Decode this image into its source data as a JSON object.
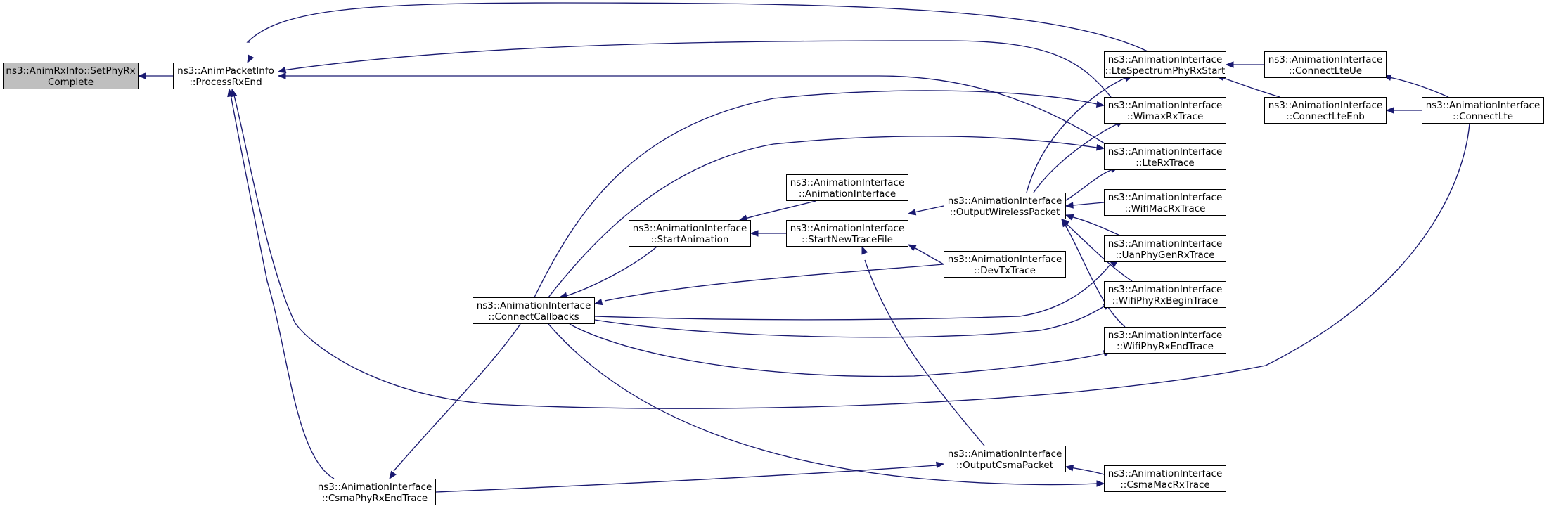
{
  "colors": {
    "edge": "#191970",
    "root_fill": "#bfbfbf",
    "node_fill": "#ffffff",
    "border": "#000000"
  },
  "nodes": [
    {
      "id": "setphyrx",
      "line1": "ns3::AnimRxInfo::SetPhyRx",
      "line2": "Complete"
    },
    {
      "id": "processrx",
      "line1": "ns3::AnimPacketInfo",
      "line2": "::ProcessRxEnd"
    },
    {
      "id": "connectcb",
      "line1": "ns3::AnimationInterface",
      "line2": "::ConnectCallbacks"
    },
    {
      "id": "csmaphy",
      "line1": "ns3::AnimationInterface",
      "line2": "::CsmaPhyRxEndTrace"
    },
    {
      "id": "startanim",
      "line1": "ns3::AnimationInterface",
      "line2": "::StartAnimation"
    },
    {
      "id": "animif",
      "line1": "ns3::AnimationInterface",
      "line2": "::AnimationInterface"
    },
    {
      "id": "newtrace",
      "line1": "ns3::AnimationInterface",
      "line2": "::StartNewTraceFile"
    },
    {
      "id": "outwifi",
      "line1": "ns3::AnimationInterface",
      "line2": "::OutputWirelessPacket"
    },
    {
      "id": "devtx",
      "line1": "ns3::AnimationInterface",
      "line2": "::DevTxTrace"
    },
    {
      "id": "outcsma",
      "line1": "ns3::AnimationInterface",
      "line2": "::OutputCsmaPacket"
    },
    {
      "id": "ltespec",
      "line1": "ns3::AnimationInterface",
      "line2": "::LteSpectrumPhyRxStart"
    },
    {
      "id": "wimax",
      "line1": "ns3::AnimationInterface",
      "line2": "::WimaxRxTrace"
    },
    {
      "id": "lterx",
      "line1": "ns3::AnimationInterface",
      "line2": "::LteRxTrace"
    },
    {
      "id": "wifimac",
      "line1": "ns3::AnimationInterface",
      "line2": "::WifiMacRxTrace"
    },
    {
      "id": "uanphy",
      "line1": "ns3::AnimationInterface",
      "line2": "::UanPhyGenRxTrace"
    },
    {
      "id": "wifibegin",
      "line1": "ns3::AnimationInterface",
      "line2": "::WifiPhyRxBeginTrace"
    },
    {
      "id": "wifiend",
      "line1": "ns3::AnimationInterface",
      "line2": "::WifiPhyRxEndTrace"
    },
    {
      "id": "csmamac",
      "line1": "ns3::AnimationInterface",
      "line2": "::CsmaMacRxTrace"
    },
    {
      "id": "ltelue",
      "line1": "ns3::AnimationInterface",
      "line2": "::ConnectLteUe"
    },
    {
      "id": "lteenb",
      "line1": "ns3::AnimationInterface",
      "line2": "::ConnectLteEnb"
    },
    {
      "id": "connlte",
      "line1": "ns3::AnimationInterface",
      "line2": "::ConnectLte"
    }
  ]
}
